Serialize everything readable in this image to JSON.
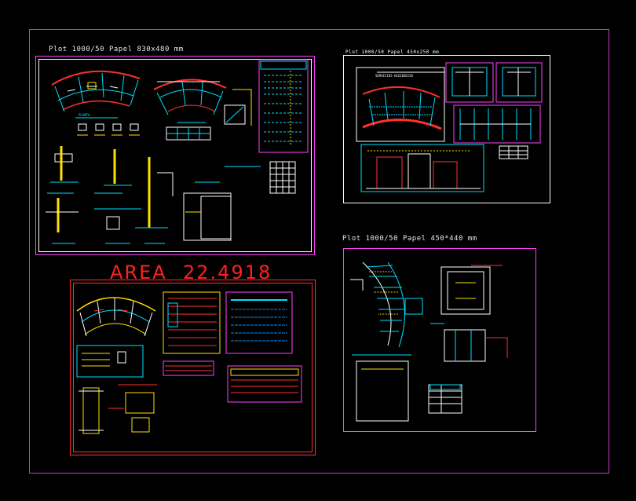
{
  "colors": {
    "background": "#000000",
    "outer_frame": "#c040c0",
    "sheet_border": "#ff40ff",
    "area_text": "#ff2020",
    "cyan": "#00e0ff",
    "red": "#ff3030",
    "yellow": "#ffe000",
    "white": "#ffffff"
  },
  "sheets": {
    "top_left": {
      "label": "Plot 1000/50 Papel 830x480 mm"
    },
    "top_right": {
      "label": "Plot 1000/50 Papel 450x250 mm"
    },
    "bottom_right": {
      "label": "Plot 1000/50 Papel 450*440 mm"
    }
  },
  "area": {
    "label": "AREA",
    "value": "22.4918"
  }
}
